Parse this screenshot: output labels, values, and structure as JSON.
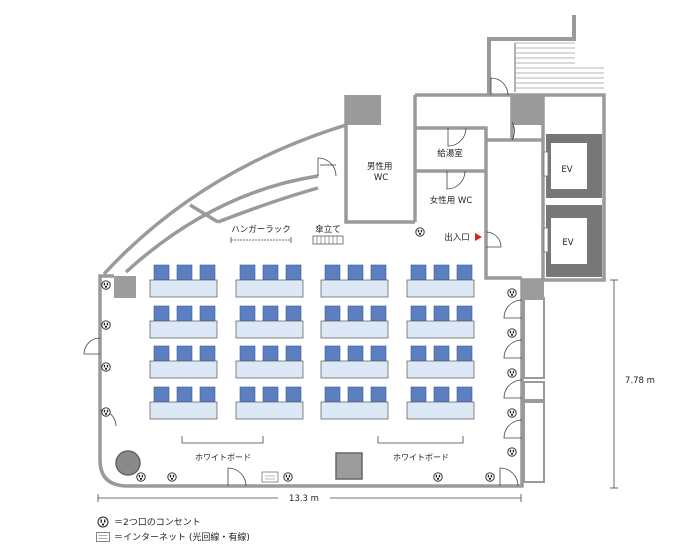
{
  "rooms": {
    "mens_wc": "男性用\nWC",
    "kitchen": "給湯室",
    "womens_wc": "女性用 WC",
    "ev1": "EV",
    "ev2": "EV"
  },
  "labels": {
    "hanger_rack": "ハンガーラック",
    "umbrella_stand": "傘立て",
    "entrance": "出入口",
    "whiteboard_left": "ホワイトボード",
    "whiteboard_right": "ホワイトボード"
  },
  "dimensions": {
    "height": "7.78 m",
    "width": "13.3 m"
  },
  "legend": {
    "outlet": "＝2つ口のコンセント",
    "internet": "＝インターネット (光回線・有線)"
  },
  "colors": {
    "desk": "#dce8f5",
    "chair": "#5b7fc1",
    "wall": "#9a9a9a",
    "column": "#9c9c9c",
    "ev": "#777777",
    "entrance_arrow": "#e02020"
  },
  "layout": {
    "table_rows": 4,
    "table_groups_per_row": 4,
    "chairs_per_table": 3
  }
}
